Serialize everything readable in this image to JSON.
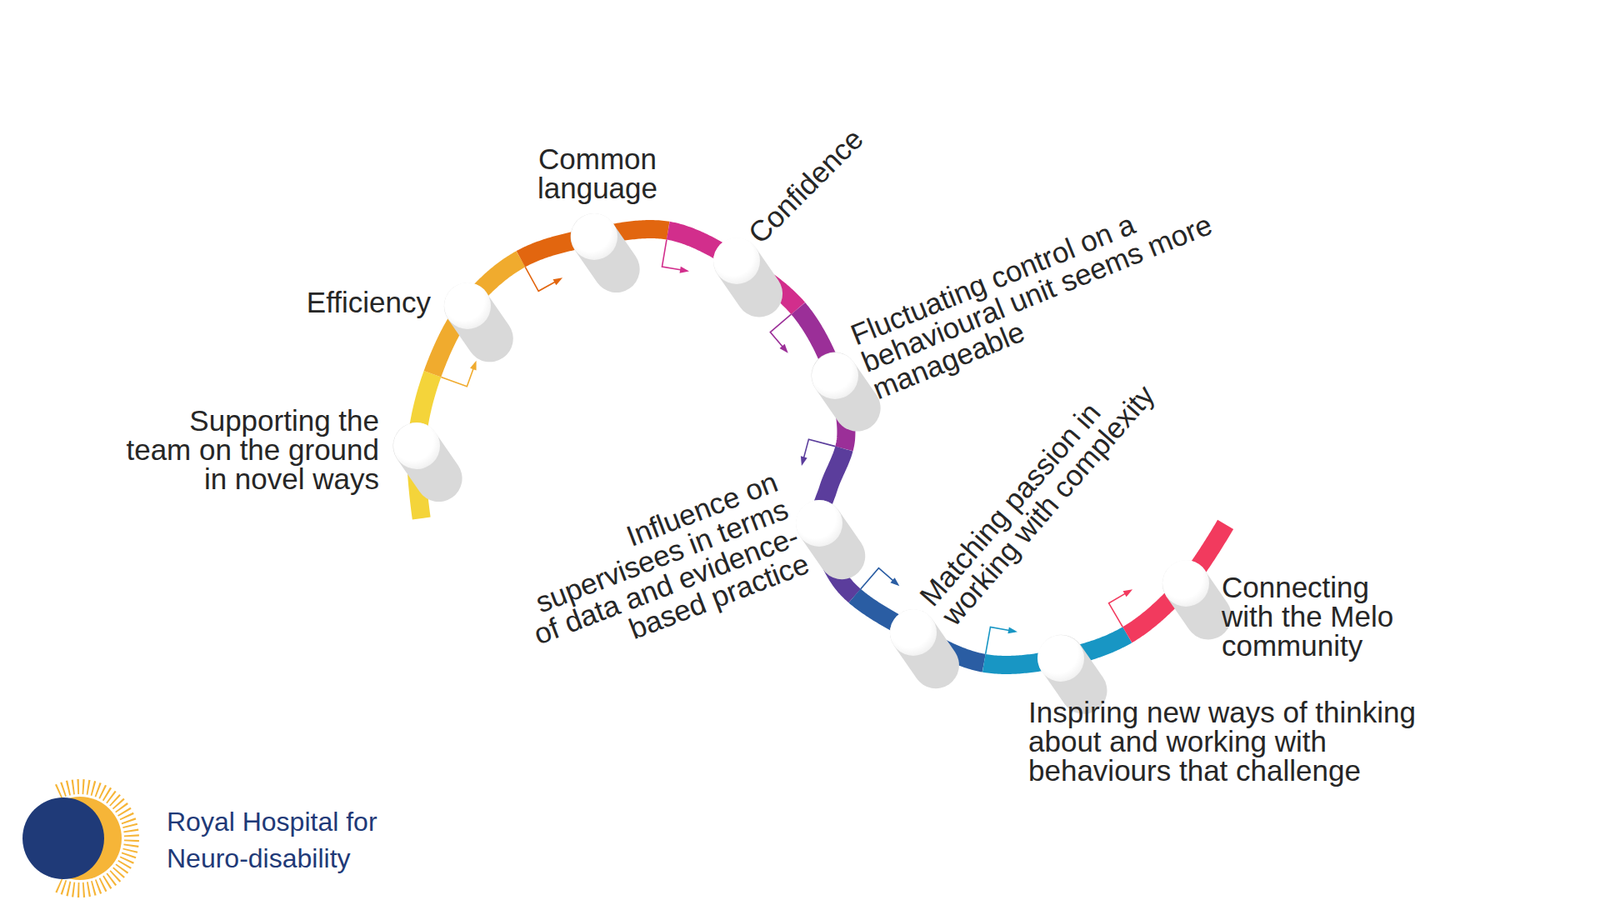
{
  "diagram": {
    "nodes": [
      {
        "text": [
          "Supporting the team on the ground in novel ways"
        ]
      },
      {
        "text": [
          "Efficiency"
        ]
      },
      {
        "text": [
          "Common language"
        ]
      },
      {
        "text": [
          "Confidence"
        ]
      },
      {
        "text": [
          "Fluctuating control on a behavioural unit seems more manageable"
        ]
      },
      {
        "text": [
          "Influence on supervisees in terms of data and evidence-based practice"
        ]
      },
      {
        "text": [
          "Matching passion in working with complexity"
        ]
      },
      {
        "text": [
          "Inspiring new ways of thinking about and working with behaviours that challenge"
        ]
      },
      {
        "text": [
          "Connecting with the Melo community"
        ]
      }
    ],
    "labels": [
      "Royal Hospital for Neuro-disability"
    ]
  }
}
